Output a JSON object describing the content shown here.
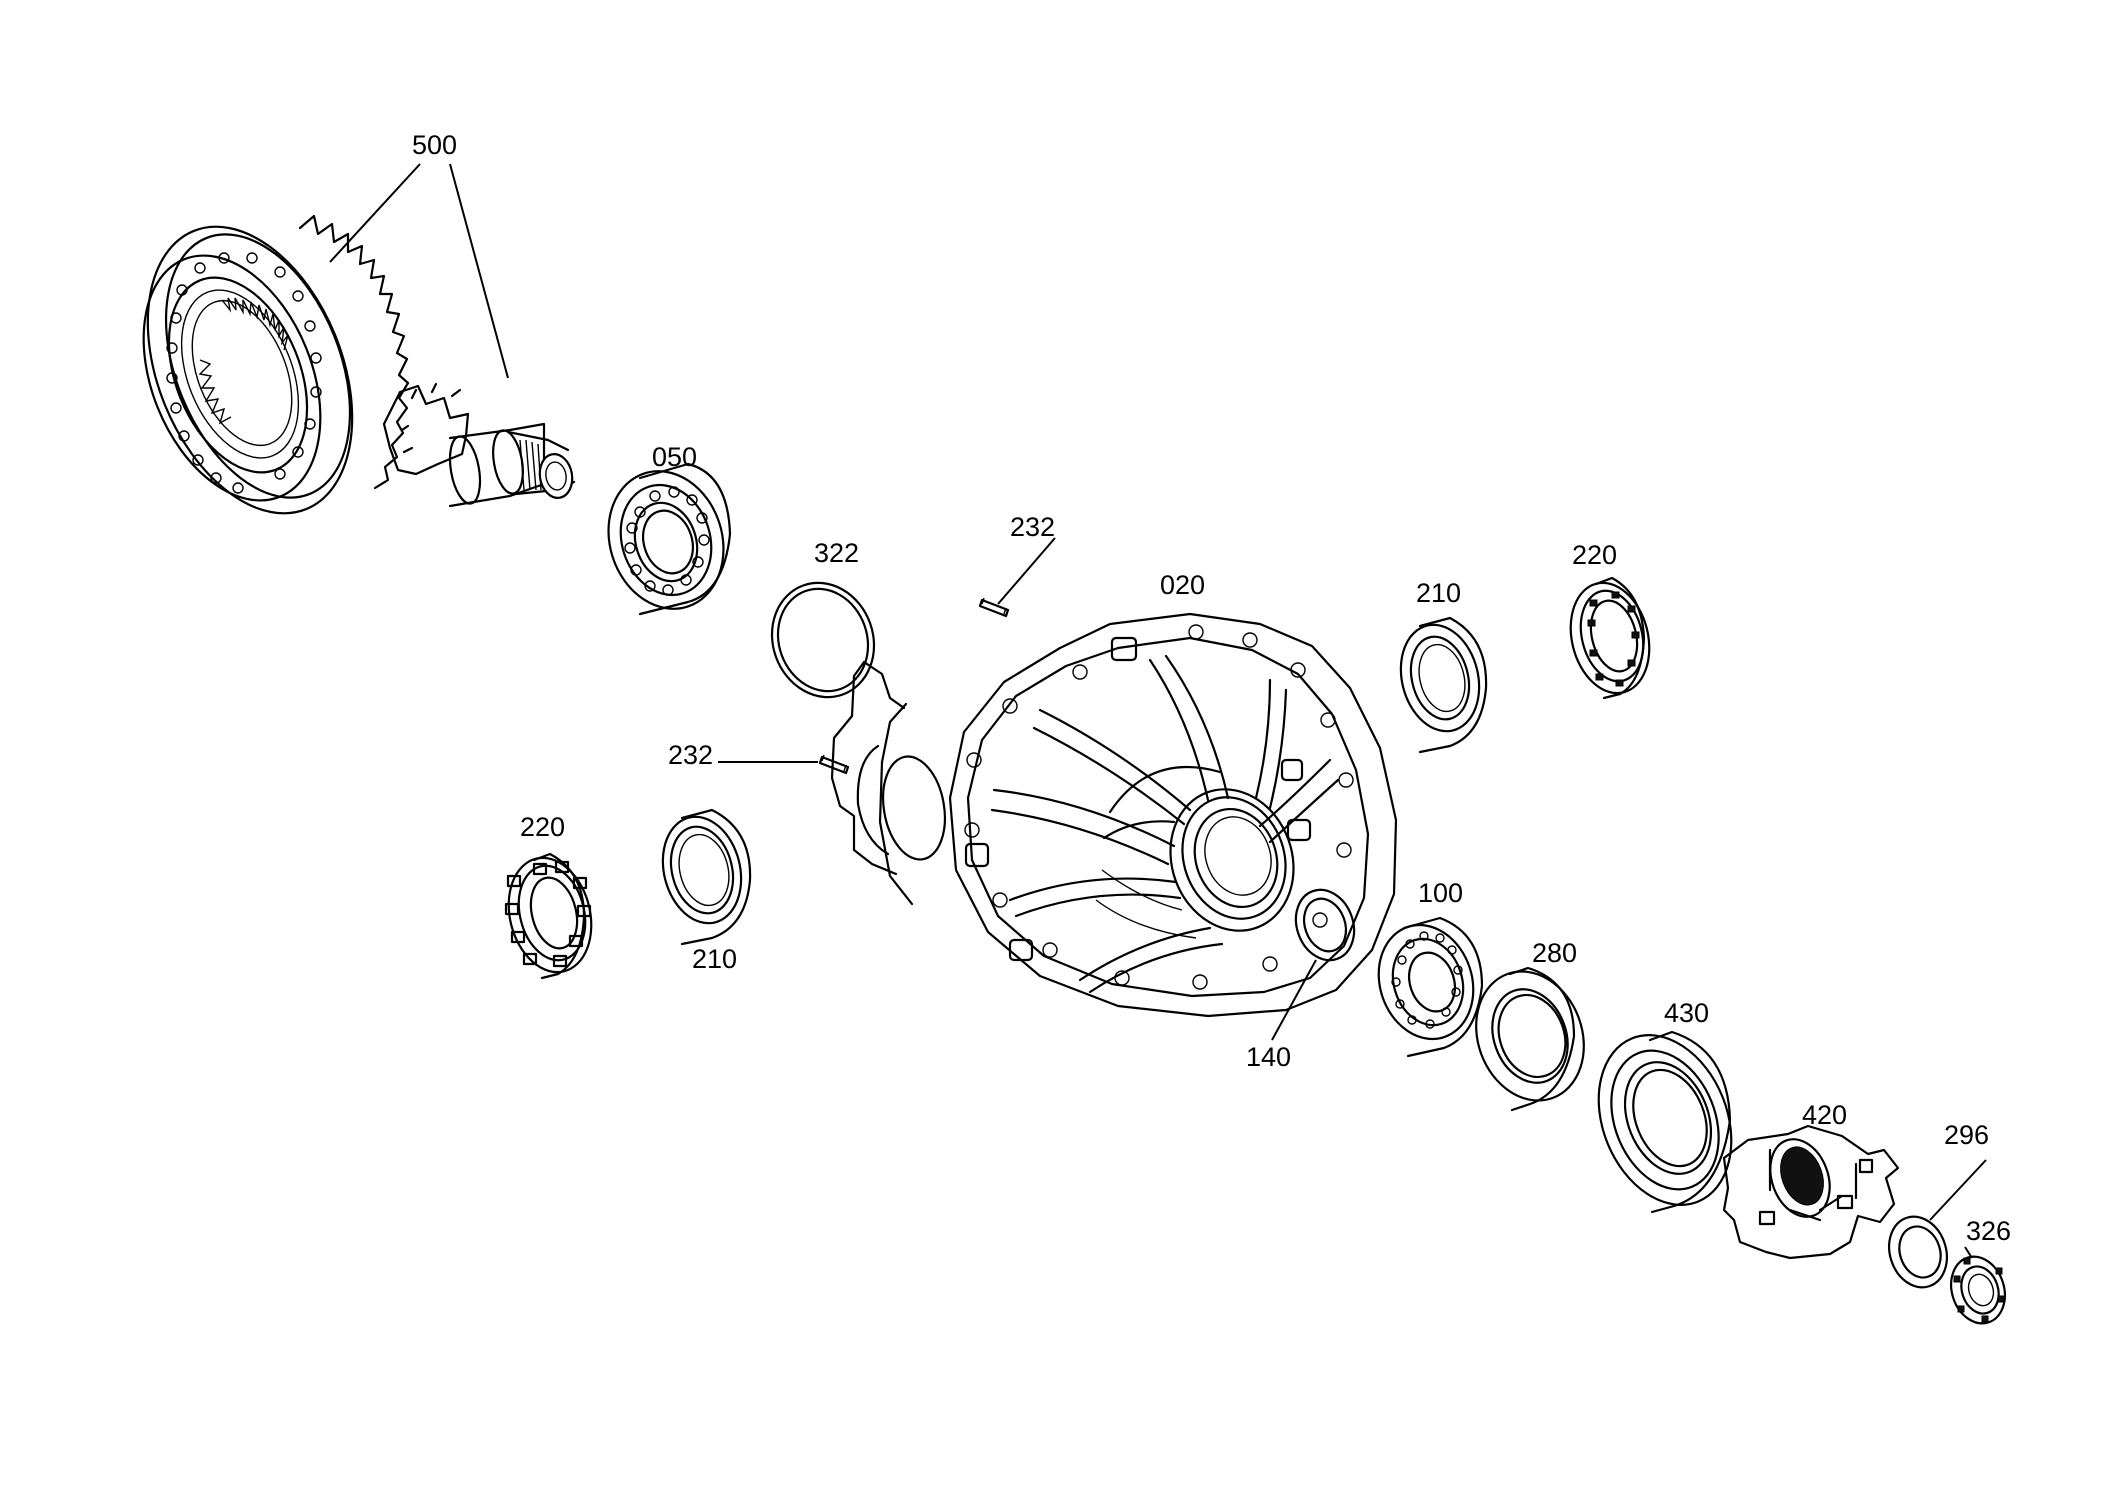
{
  "callouts": {
    "c500": "500",
    "c050": "050",
    "c322": "322",
    "c232a": "232",
    "c232b": "232",
    "c020": "020",
    "c210a": "210",
    "c220a": "220",
    "c220b": "220",
    "c210b": "210",
    "c100": "100",
    "c140": "140",
    "c280": "280",
    "c430": "430",
    "c420": "420",
    "c296": "296",
    "c326": "326"
  }
}
